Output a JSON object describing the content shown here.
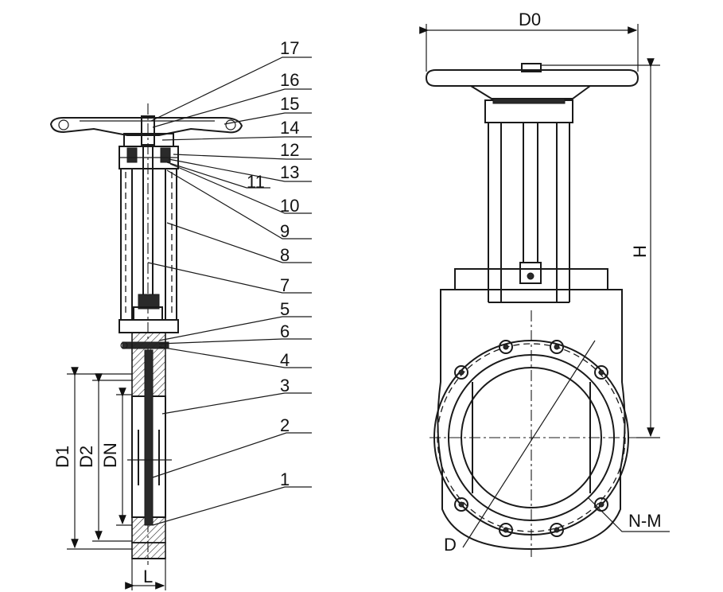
{
  "part_labels": [
    "17",
    "16",
    "15",
    "14",
    "12",
    "13",
    "11",
    "10",
    "9",
    "8",
    "7",
    "5",
    "6",
    "4",
    "3",
    "2",
    "1"
  ],
  "side_dims": {
    "d1": "D1",
    "d2": "D2",
    "dn": "DN",
    "l": "L"
  },
  "front_dims": {
    "d0": "D0",
    "h": "H",
    "d": "D",
    "nm": "N-M"
  }
}
